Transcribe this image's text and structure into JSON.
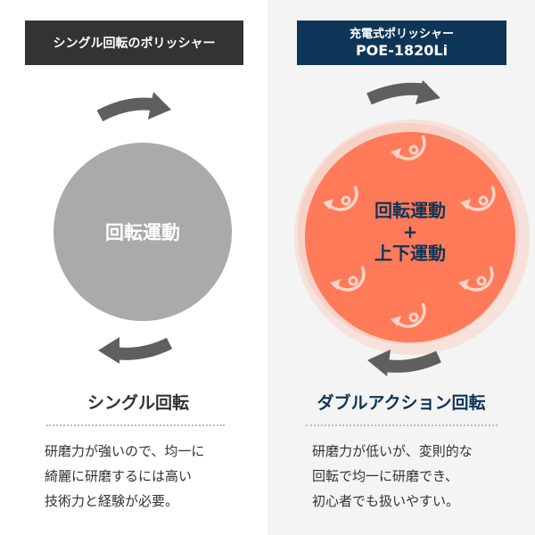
{
  "left": {
    "label": "シングル回転のポリッシャー",
    "circle_text": "回転運動",
    "heading": "シングル回転",
    "description": [
      "研磨力が強いので、均一に",
      "綺麗に研磨するには高い",
      "技術力と経験が必要。"
    ]
  },
  "right": {
    "label_line1": "充電式ポリッシャー",
    "label_line2": "POE-1820Li",
    "circle_text_1": "回転運動",
    "circle_text_plus": "+",
    "circle_text_2": "上下運動",
    "heading": "ダブルアクション回転",
    "description": [
      "研磨力が低いが、変則的な",
      "回転で均一に研磨でき、",
      "初心者でも扱いやすい。"
    ]
  },
  "colors": {
    "dark": "#333333",
    "navy": "#0d3557",
    "orange": "#ff7a59",
    "gray_circle": "#aaaaaa",
    "arrow": "#5f5f5f"
  }
}
